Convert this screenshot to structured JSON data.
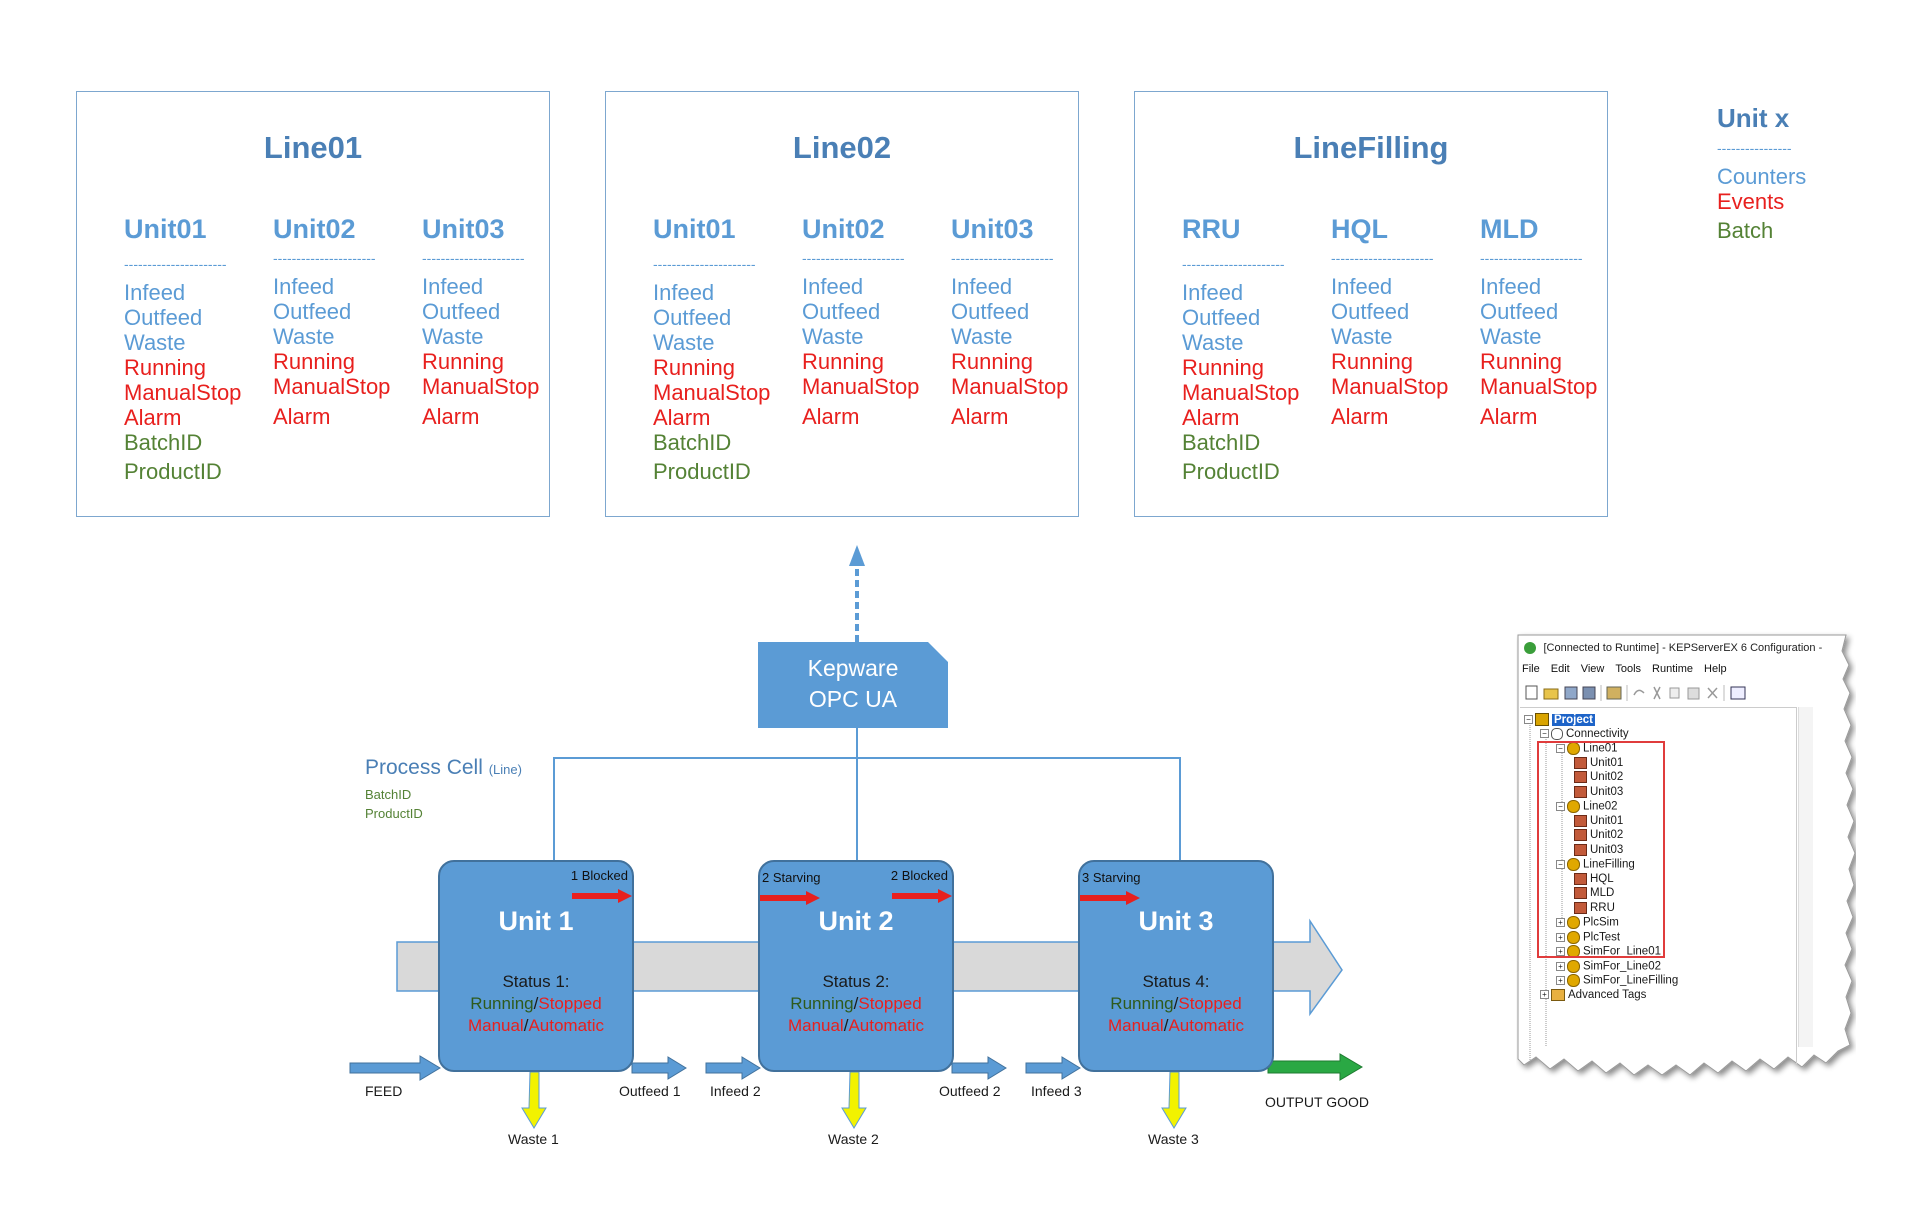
{
  "lines": [
    {
      "title": "Line01",
      "units": [
        {
          "name": "Unit01",
          "separator": "----------------------",
          "counters": [
            "Infeed",
            "Outfeed",
            "Waste"
          ],
          "events": [
            "Running",
            "ManualStop",
            "Alarm"
          ],
          "batch": [
            "BatchID",
            "ProductID"
          ]
        },
        {
          "name": "Unit02",
          "separator": "----------------------",
          "counters": [
            "Infeed",
            "Outfeed",
            "Waste"
          ],
          "events": [
            "Running",
            "ManualStop",
            "Alarm"
          ],
          "batch": []
        },
        {
          "name": "Unit03",
          "separator": "----------------------",
          "counters": [
            "Infeed",
            "Outfeed",
            "Waste"
          ],
          "events": [
            "Running",
            "ManualStop",
            "Alarm"
          ],
          "batch": []
        }
      ]
    },
    {
      "title": "Line02",
      "units": [
        {
          "name": "Unit01",
          "separator": "----------------------",
          "counters": [
            "Infeed",
            "Outfeed",
            "Waste"
          ],
          "events": [
            "Running",
            "ManualStop",
            "Alarm"
          ],
          "batch": [
            "BatchID",
            "ProductID"
          ]
        },
        {
          "name": "Unit02",
          "separator": "----------------------",
          "counters": [
            "Infeed",
            "Outfeed",
            "Waste"
          ],
          "events": [
            "Running",
            "ManualStop",
            "Alarm"
          ],
          "batch": []
        },
        {
          "name": "Unit03",
          "separator": "----------------------",
          "counters": [
            "Infeed",
            "Outfeed",
            "Waste"
          ],
          "events": [
            "Running",
            "ManualStop",
            "Alarm"
          ],
          "batch": []
        }
      ]
    },
    {
      "title": "LineFilling",
      "units": [
        {
          "name": "RRU",
          "separator": "----------------------",
          "counters": [
            "Infeed",
            "Outfeed",
            "Waste"
          ],
          "events": [
            "Running",
            "ManualStop",
            "Alarm"
          ],
          "batch": [
            "BatchID",
            "ProductID"
          ]
        },
        {
          "name": "HQL",
          "separator": "----------------------",
          "counters": [
            "Infeed",
            "Outfeed",
            "Waste"
          ],
          "events": [
            "Running",
            "ManualStop",
            "Alarm"
          ],
          "batch": []
        },
        {
          "name": "MLD",
          "separator": "----------------------",
          "counters": [
            "Infeed",
            "Outfeed",
            "Waste"
          ],
          "events": [
            "Running",
            "ManualStop",
            "Alarm"
          ],
          "batch": []
        }
      ]
    }
  ],
  "legend": {
    "title": "Unit x",
    "separator": "----------------",
    "counters": "Counters",
    "events": "Events",
    "batch": "Batch"
  },
  "kepware": {
    "line1": "Kepware",
    "line2": "OPC UA"
  },
  "process_cell": {
    "title": "Process Cell",
    "suffix": "(Line)",
    "batch": "BatchID",
    "product": "ProductID"
  },
  "units": [
    {
      "name": "Unit 1",
      "status_title": "Status 1:",
      "running": "Running",
      "stopped": "Stopped",
      "manual": "Manual",
      "automatic": "Automatic",
      "sep": "/",
      "left_state": "",
      "right_state": "1 Blocked",
      "waste": "Waste 1"
    },
    {
      "name": "Unit 2",
      "status_title": "Status 2:",
      "running": "Running",
      "stopped": "Stopped",
      "manual": "Manual",
      "automatic": "Automatic",
      "sep": "/",
      "left_state": "2 Starving",
      "right_state": "2 Blocked",
      "waste": "Waste 2"
    },
    {
      "name": "Unit 3",
      "status_title": "Status 4:",
      "running": "Running",
      "stopped": "Stopped",
      "manual": "Manual",
      "automatic": "Automatic",
      "sep": "/",
      "left_state": "3 Starving",
      "right_state": "",
      "waste": "Waste 3"
    }
  ],
  "flow_labels": {
    "feed": "FEED",
    "outfeed1": "Outfeed 1",
    "infeed2": "Infeed 2",
    "outfeed2": "Outfeed 2",
    "infeed3": "Infeed 3",
    "output": "OUTPUT GOOD"
  },
  "kepserver": {
    "title": "[Connected to Runtime] - KEPServerEX 6 Configuration -",
    "menu": [
      "File",
      "Edit",
      "View",
      "Tools",
      "Runtime",
      "Help"
    ],
    "tree": [
      {
        "label": "Project",
        "level": 0,
        "icon": "project-icon",
        "selected": true
      },
      {
        "label": "Connectivity",
        "level": 1,
        "icon": "connectivity-icon"
      },
      {
        "label": "Line01",
        "level": 2,
        "icon": "channel-gear-icon"
      },
      {
        "label": "Unit01",
        "level": 3,
        "icon": "device-icon"
      },
      {
        "label": "Unit02",
        "level": 3,
        "icon": "device-icon"
      },
      {
        "label": "Unit03",
        "level": 3,
        "icon": "device-icon"
      },
      {
        "label": "Line02",
        "level": 2,
        "icon": "channel-gear-icon"
      },
      {
        "label": "Unit01",
        "level": 3,
        "icon": "device-icon"
      },
      {
        "label": "Unit02",
        "level": 3,
        "icon": "device-icon"
      },
      {
        "label": "Unit03",
        "level": 3,
        "icon": "device-icon"
      },
      {
        "label": "LineFilling",
        "level": 2,
        "icon": "channel-gear-icon"
      },
      {
        "label": "HQL",
        "level": 3,
        "icon": "device-icon"
      },
      {
        "label": "MLD",
        "level": 3,
        "icon": "device-icon"
      },
      {
        "label": "RRU",
        "level": 3,
        "icon": "device-icon"
      },
      {
        "label": "PlcSim",
        "level": 2,
        "icon": "channel-gear-icon"
      },
      {
        "label": "PlcTest",
        "level": 2,
        "icon": "channel-gear-icon"
      },
      {
        "label": "SimFor_Line01",
        "level": 2,
        "icon": "channel-gear-icon"
      },
      {
        "label": "SimFor_Line02",
        "level": 2,
        "icon": "channel-gear-icon"
      },
      {
        "label": "SimFor_LineFilling",
        "level": 2,
        "icon": "channel-gear-icon"
      },
      {
        "label": "Advanced Tags",
        "level": 1,
        "icon": "advanced-tags-icon"
      }
    ]
  },
  "colors": {
    "counters": "#5b9bd5",
    "events": "#e8201e",
    "batch": "#548235",
    "unit_fill": "#5b9bd5",
    "highlight": "#e03c3c"
  }
}
